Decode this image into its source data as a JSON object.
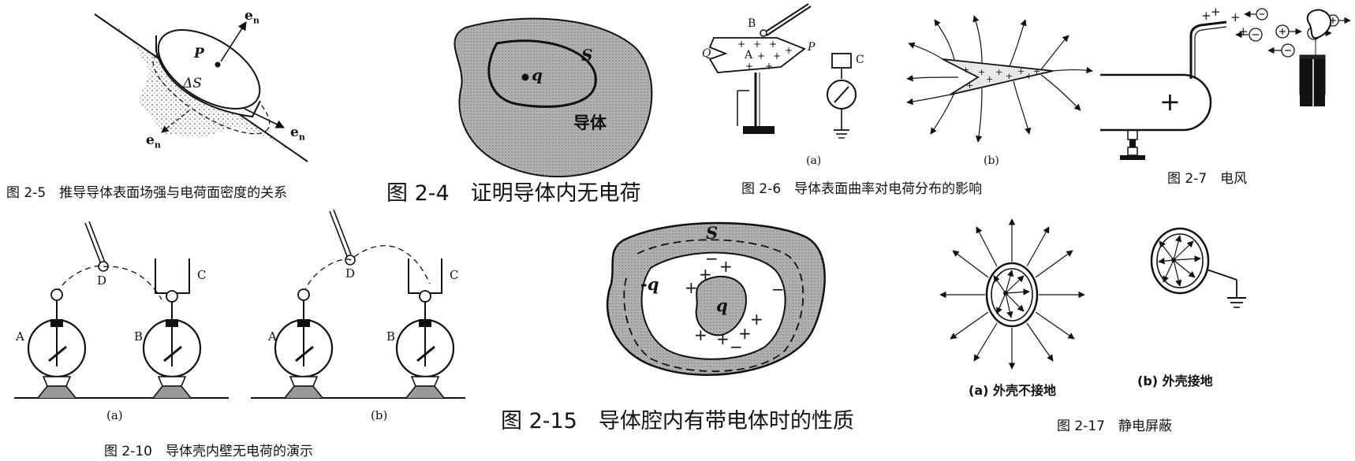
{
  "figures": {
    "fig_2_5": {
      "caption": "图 2-5　推导导体表面场强与电荷面密度的关系",
      "labels": {
        "en_top": "e",
        "en_top_sub": "n",
        "p": "P",
        "ds": "ΔS",
        "en_left": "e",
        "en_left_sub": "n",
        "en_right": "e",
        "en_right_sub": "n"
      }
    },
    "fig_2_4": {
      "caption": "图 2-4　证明导体内无电荷",
      "labels": {
        "q": "q",
        "s": "S",
        "conductor": "导体"
      }
    },
    "fig_2_6": {
      "caption": "图 2-6　导体表面曲率对电荷分布的影响",
      "labels": {
        "b_top": "B",
        "q": "Q",
        "a": "A",
        "p": "P",
        "c": "C",
        "sub_a": "(a)",
        "sub_b": "(b)"
      }
    },
    "fig_2_7": {
      "caption": "图 2-7　电风"
    },
    "fig_2_10": {
      "caption": "图 2-10　导体壳内壁无电荷的演示",
      "labels": {
        "d": "D",
        "c": "C",
        "a": "A",
        "b": "B",
        "sub_a": "(a)",
        "sub_b": "(b)"
      }
    },
    "fig_2_15": {
      "caption": "图 2-15　导体腔内有带电体时的性质",
      "labels": {
        "s": "S",
        "minus_q": "-q",
        "q": "q"
      }
    },
    "fig_2_17": {
      "caption": "图 2-17　静电屏蔽",
      "labels": {
        "sub_a": "(a) 外壳不接地",
        "sub_b": "(b) 外壳接地"
      }
    }
  }
}
